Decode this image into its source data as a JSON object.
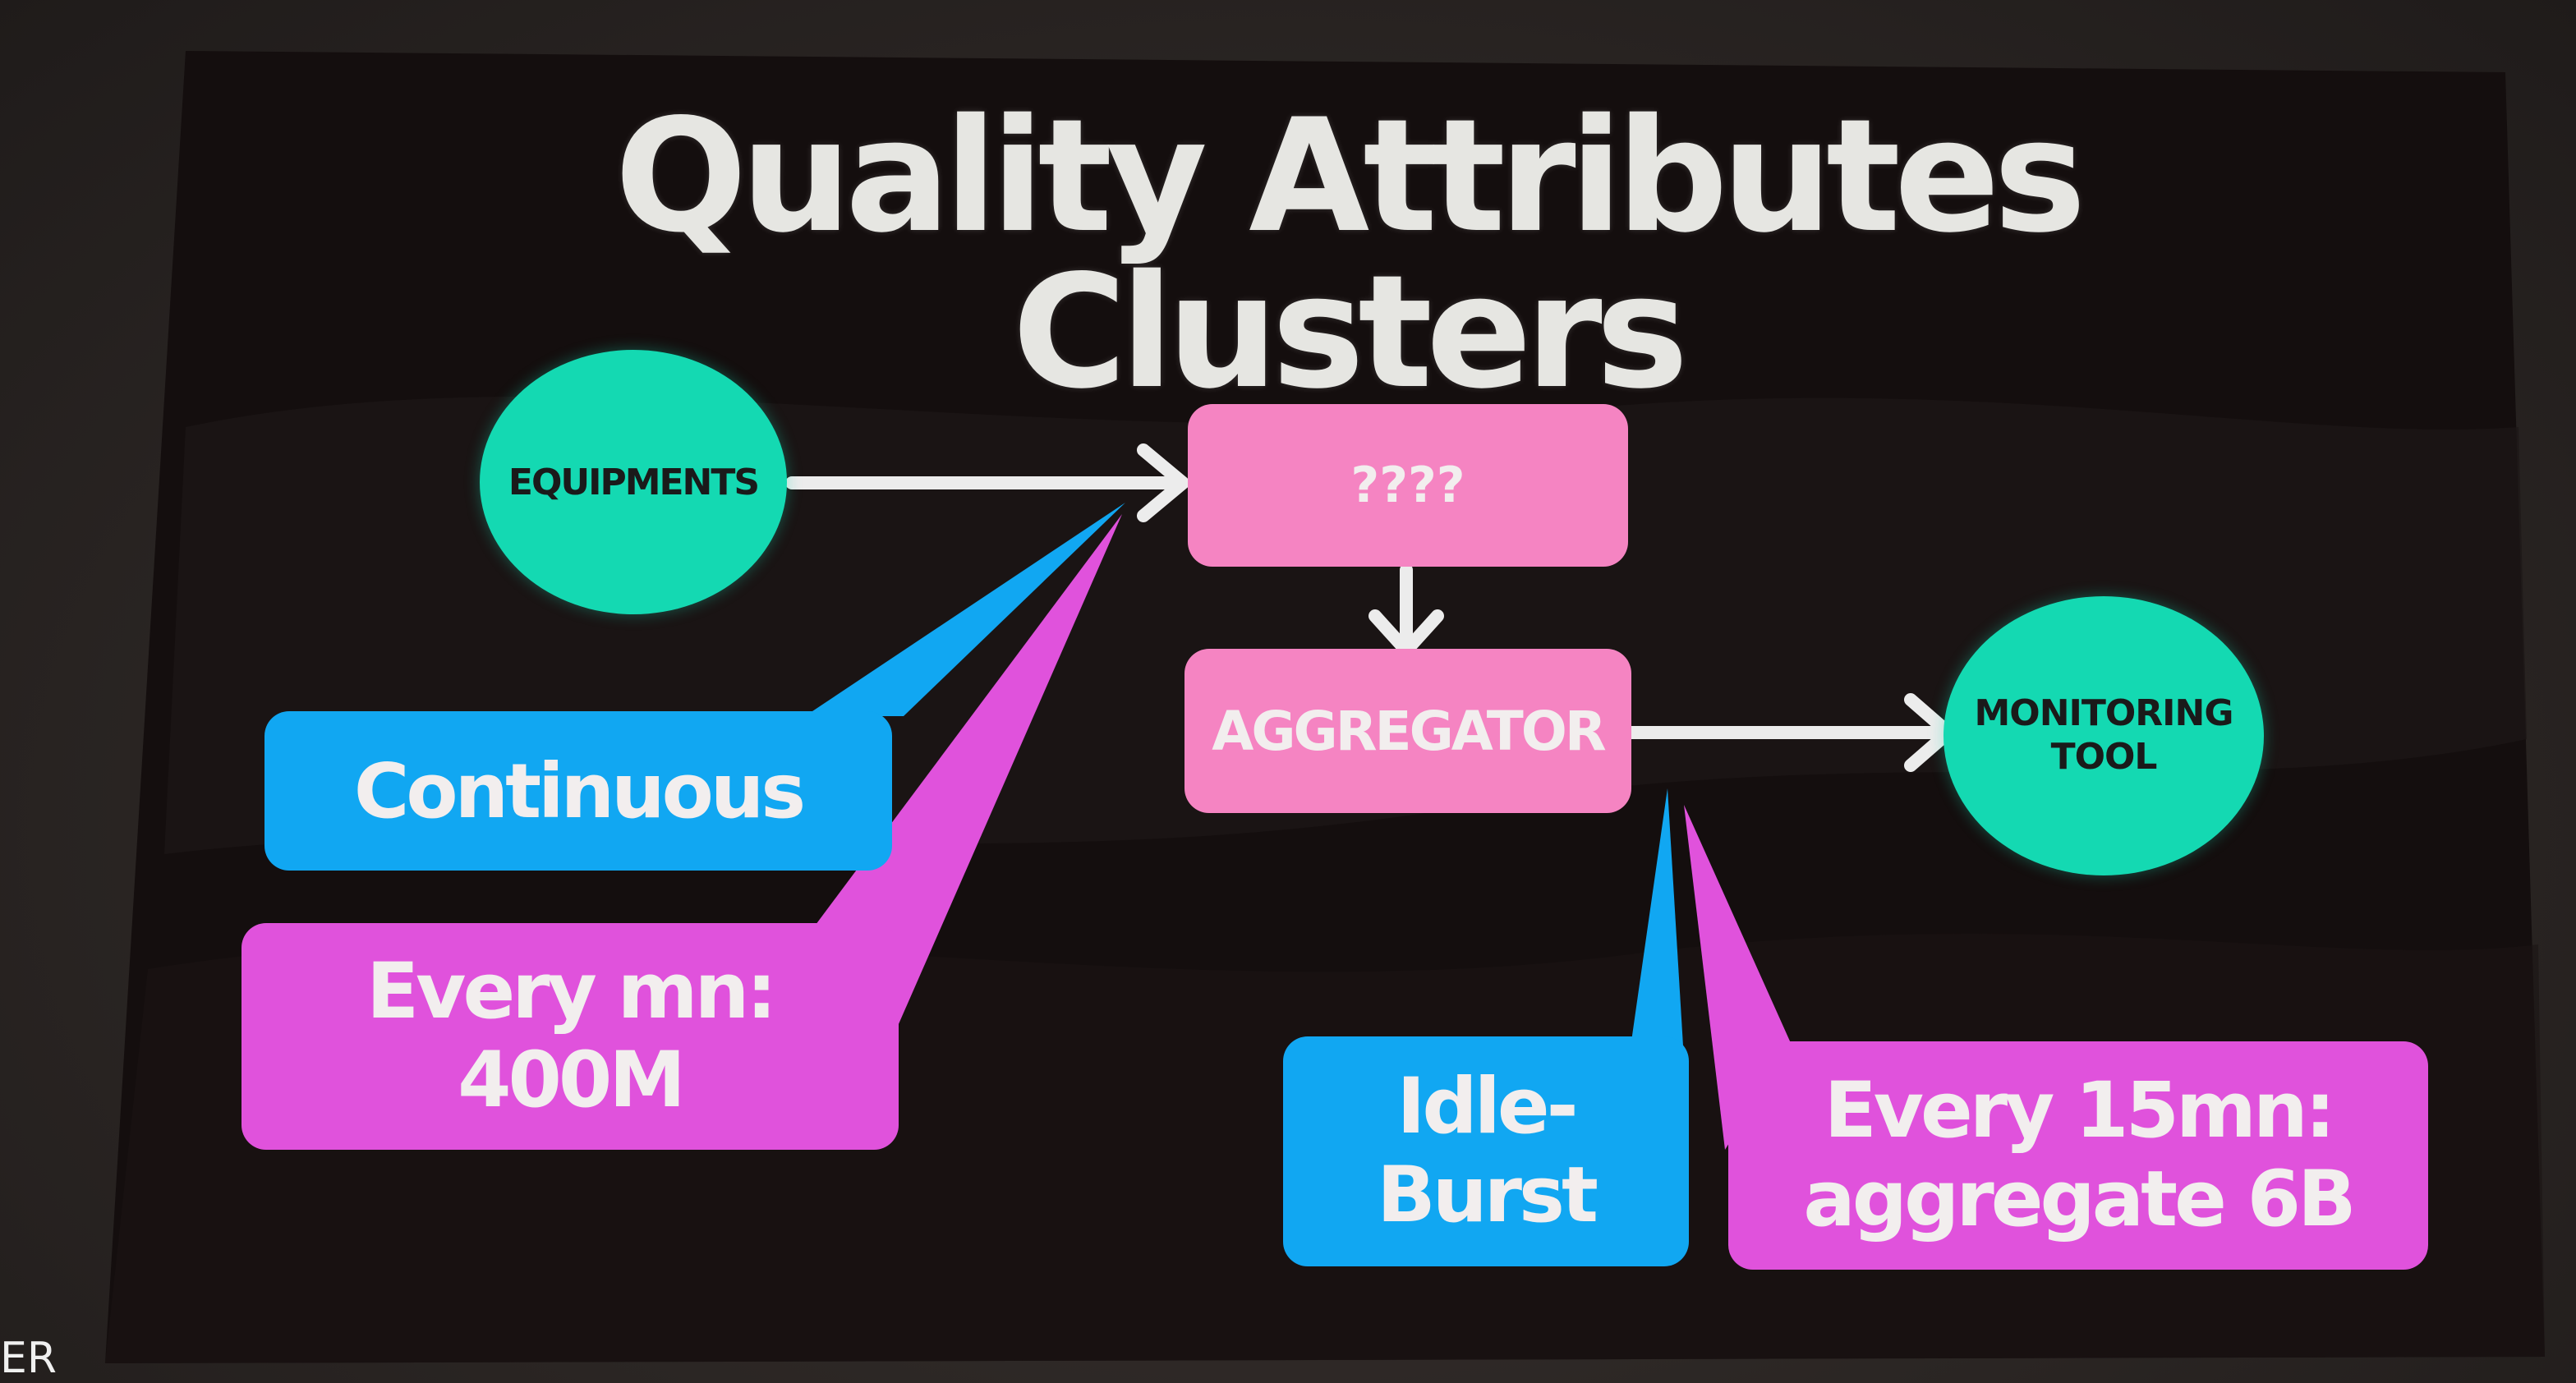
{
  "slide": {
    "title": "Quality Attributes Clusters",
    "nodes": {
      "equipments": "EQUIPMENTS",
      "unknown": "????",
      "aggregator": "AGGREGATOR",
      "monitoring_tool": "MONITORING\nTOOL"
    },
    "callouts": {
      "continuous": "Continuous",
      "every_mn": "Every mn:\n400M",
      "idle_burst": "Idle-\nBurst",
      "every_15mn": "Every 15mn:\naggregate 6B"
    },
    "corner_text": "ER"
  },
  "colors": {
    "slide_background": "#120d0d",
    "node_green": "#14d9b2",
    "node_pink": "#f584c2",
    "callout_blue": "#11a7f2",
    "callout_magenta": "#e052dc",
    "arrow": "#ececec",
    "text_light": "#e6e6e2"
  }
}
